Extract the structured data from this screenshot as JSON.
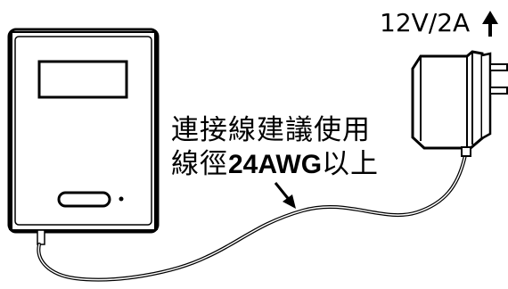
{
  "power_rating": "12V/2A",
  "cable_note": {
    "line1": "連接線建議使用",
    "line2_prefix": "線徑",
    "line2_spec": "24AWG",
    "line2_suffix": "以上"
  },
  "icons": {
    "device": "device-icon",
    "adapter": "power-adapter-icon",
    "pointer": "arrow-icon",
    "up_arrow": "up-arrow-icon"
  }
}
